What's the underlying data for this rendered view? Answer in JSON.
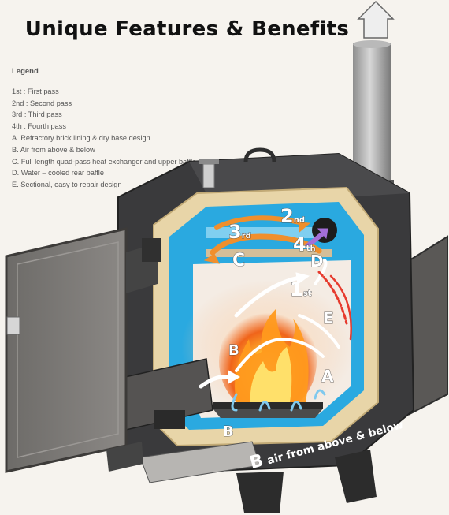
{
  "title": "Unique Features & Benefits",
  "legend": {
    "heading": "Legend",
    "items": [
      "1st : First pass",
      "2nd : Second pass",
      "3rd : Third pass",
      "4th : Fourth pass",
      "A. Refractory brick lining & dry base design",
      "B. Air from above & below",
      "C. Full length quad-pass heat exchanger and upper baffle",
      "D. Water – cooled rear baffle",
      "E. Sectional, easy to repair design"
    ]
  },
  "diagram": {
    "passes": [
      {
        "num": "1",
        "suffix": "st"
      },
      {
        "num": "2",
        "suffix": "nd"
      },
      {
        "num": "3",
        "suffix": "rd"
      },
      {
        "num": "4",
        "suffix": "th"
      }
    ],
    "markers": {
      "a": "A",
      "b_upper": "B",
      "b_lower": "B",
      "c": "C",
      "d": "D",
      "e": "E"
    },
    "air_label_letter": "B",
    "air_label_text": "air from above & below"
  },
  "colors": {
    "furnace_body": "#3a3a3c",
    "refractory": "#e8d5a8",
    "water_jacket": "#2aa9e0",
    "flame": "#f28a1c",
    "heat_arrow": "#e63b2e"
  }
}
